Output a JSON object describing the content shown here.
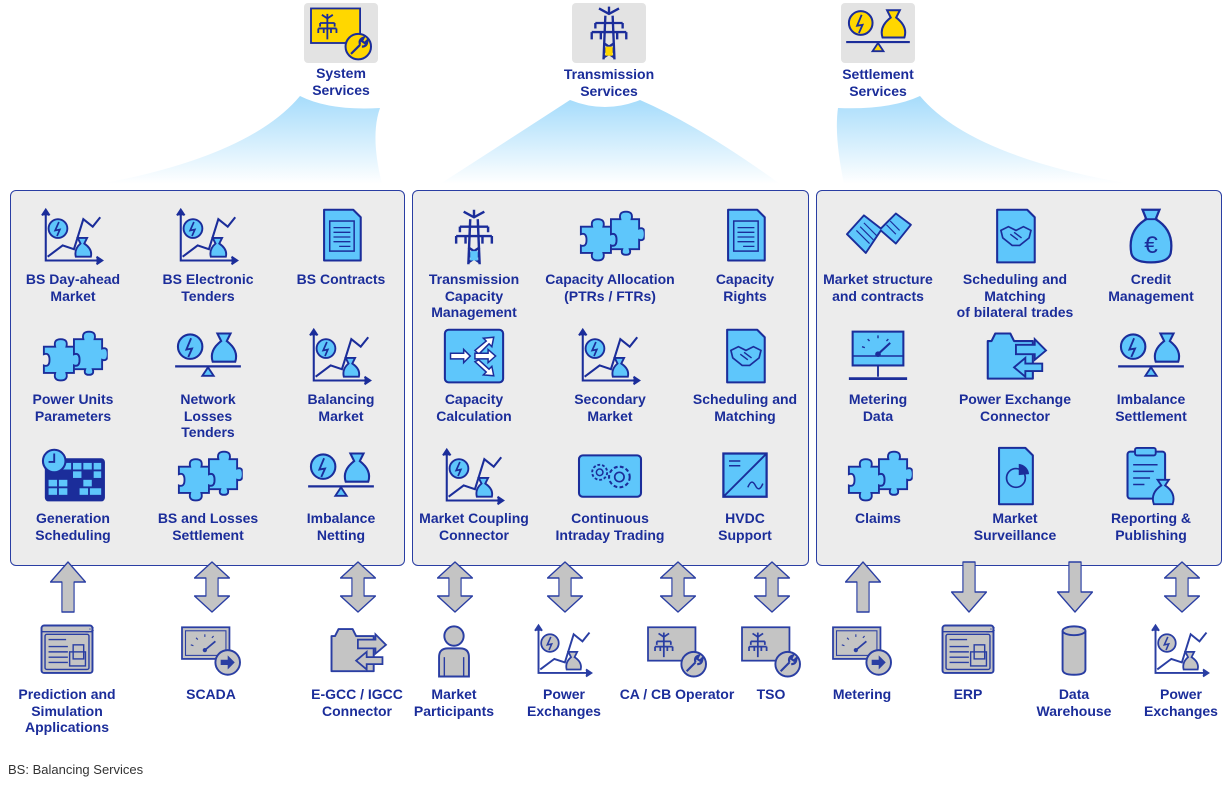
{
  "colors": {
    "text": "#1b2d9a",
    "accent_fill": "#5ec6fb",
    "icon_stroke": "#1b2d9a",
    "panel_bg": "#ececec",
    "panel_border": "#2a3ea3",
    "arrow_fill": "#c4c4c4",
    "top_icon_fill": "#ffd700"
  },
  "categories": [
    {
      "label": "System\nServices",
      "icon": "control-room-wrench-icon"
    },
    {
      "label": "Transmission\nServices",
      "icon": "transmission-tower-icon"
    },
    {
      "label": "Settlement\nServices",
      "icon": "balance-scale-icon"
    }
  ],
  "panels": [
    {
      "name": "system-services",
      "items": [
        {
          "label": "BS Day-ahead\nMarket",
          "icon": "market-chart-icon"
        },
        {
          "label": "BS Electronic\nTenders",
          "icon": "market-chart-icon"
        },
        {
          "label": "BS Contracts",
          "icon": "contract-document-icon"
        },
        {
          "label": "Power Units\nParameters",
          "icon": "puzzle-icon"
        },
        {
          "label": "Network\nLosses\nTenders",
          "icon": "balance-scale-icon"
        },
        {
          "label": "Balancing\nMarket",
          "icon": "market-chart-icon"
        },
        {
          "label": "Generation\nScheduling",
          "icon": "schedule-calendar-icon"
        },
        {
          "label": "BS and Losses\nSettlement",
          "icon": "puzzle-icon"
        },
        {
          "label": "Imbalance\nNetting",
          "icon": "balance-scale-icon"
        }
      ]
    },
    {
      "name": "transmission-services",
      "items": [
        {
          "label": "Transmission\nCapacity\nManagement",
          "icon": "transmission-tower-icon"
        },
        {
          "label": "Capacity Allocation\n(PTRs / FTRs)",
          "icon": "puzzle-icon"
        },
        {
          "label": "Capacity\nRights",
          "icon": "contract-document-icon"
        },
        {
          "label": "Capacity\nCalculation",
          "icon": "split-arrows-icon"
        },
        {
          "label": "Secondary\nMarket",
          "icon": "market-chart-icon"
        },
        {
          "label": "Scheduling and\nMatching",
          "icon": "handshake-document-icon"
        },
        {
          "label": "Market Coupling\nConnector",
          "icon": "market-chart-icon"
        },
        {
          "label": "Continuous\nIntraday Trading",
          "icon": "gears-icon"
        },
        {
          "label": "HVDC\nSupport",
          "icon": "hvdc-converter-icon"
        }
      ]
    },
    {
      "name": "settlement-services",
      "items": [
        {
          "label": "Market structure\nand contracts",
          "icon": "folded-paper-icon"
        },
        {
          "label": "Scheduling and\nMatching\nof bilateral trades",
          "icon": "handshake-document-icon"
        },
        {
          "label": "Credit\nManagement",
          "icon": "euro-money-bag-icon"
        },
        {
          "label": "Metering\nData",
          "icon": "meter-icon"
        },
        {
          "label": "Power Exchange\nConnector",
          "icon": "folder-exchange-icon"
        },
        {
          "label": "Imbalance\nSettlement",
          "icon": "balance-scale-icon"
        },
        {
          "label": "Claims",
          "icon": "puzzle-icon"
        },
        {
          "label": "Market\nSurveillance",
          "icon": "pie-chart-document-icon"
        },
        {
          "label": "Reporting &\nPublishing",
          "icon": "clipboard-money-icon"
        }
      ]
    }
  ],
  "external_systems": [
    {
      "label": "Prediction and\nSimulation\nApplications",
      "icon": "application-window-icon",
      "direction": "up"
    },
    {
      "label": "SCADA",
      "icon": "meter-arrow-icon",
      "direction": "both"
    },
    {
      "label": "E-GCC / IGCC\nConnector",
      "icon": "folder-exchange-icon",
      "direction": "both"
    },
    {
      "label": "Market\nParticipants",
      "icon": "person-icon",
      "direction": "both"
    },
    {
      "label": "Power\nExchanges",
      "icon": "market-chart-icon",
      "direction": "both"
    },
    {
      "label": "CA / CB Operator",
      "icon": "control-room-wrench-icon",
      "direction": "both"
    },
    {
      "label": "TSO",
      "icon": "control-room-wrench-icon",
      "direction": "both"
    },
    {
      "label": "Metering",
      "icon": "meter-arrow-icon",
      "direction": "up"
    },
    {
      "label": "ERP",
      "icon": "application-window-icon",
      "direction": "down"
    },
    {
      "label": "Data\nWarehouse",
      "icon": "database-icon",
      "direction": "down"
    },
    {
      "label": "Power\nExchanges",
      "icon": "market-chart-icon",
      "direction": "both"
    }
  ],
  "footnote": "BS: Balancing Services"
}
